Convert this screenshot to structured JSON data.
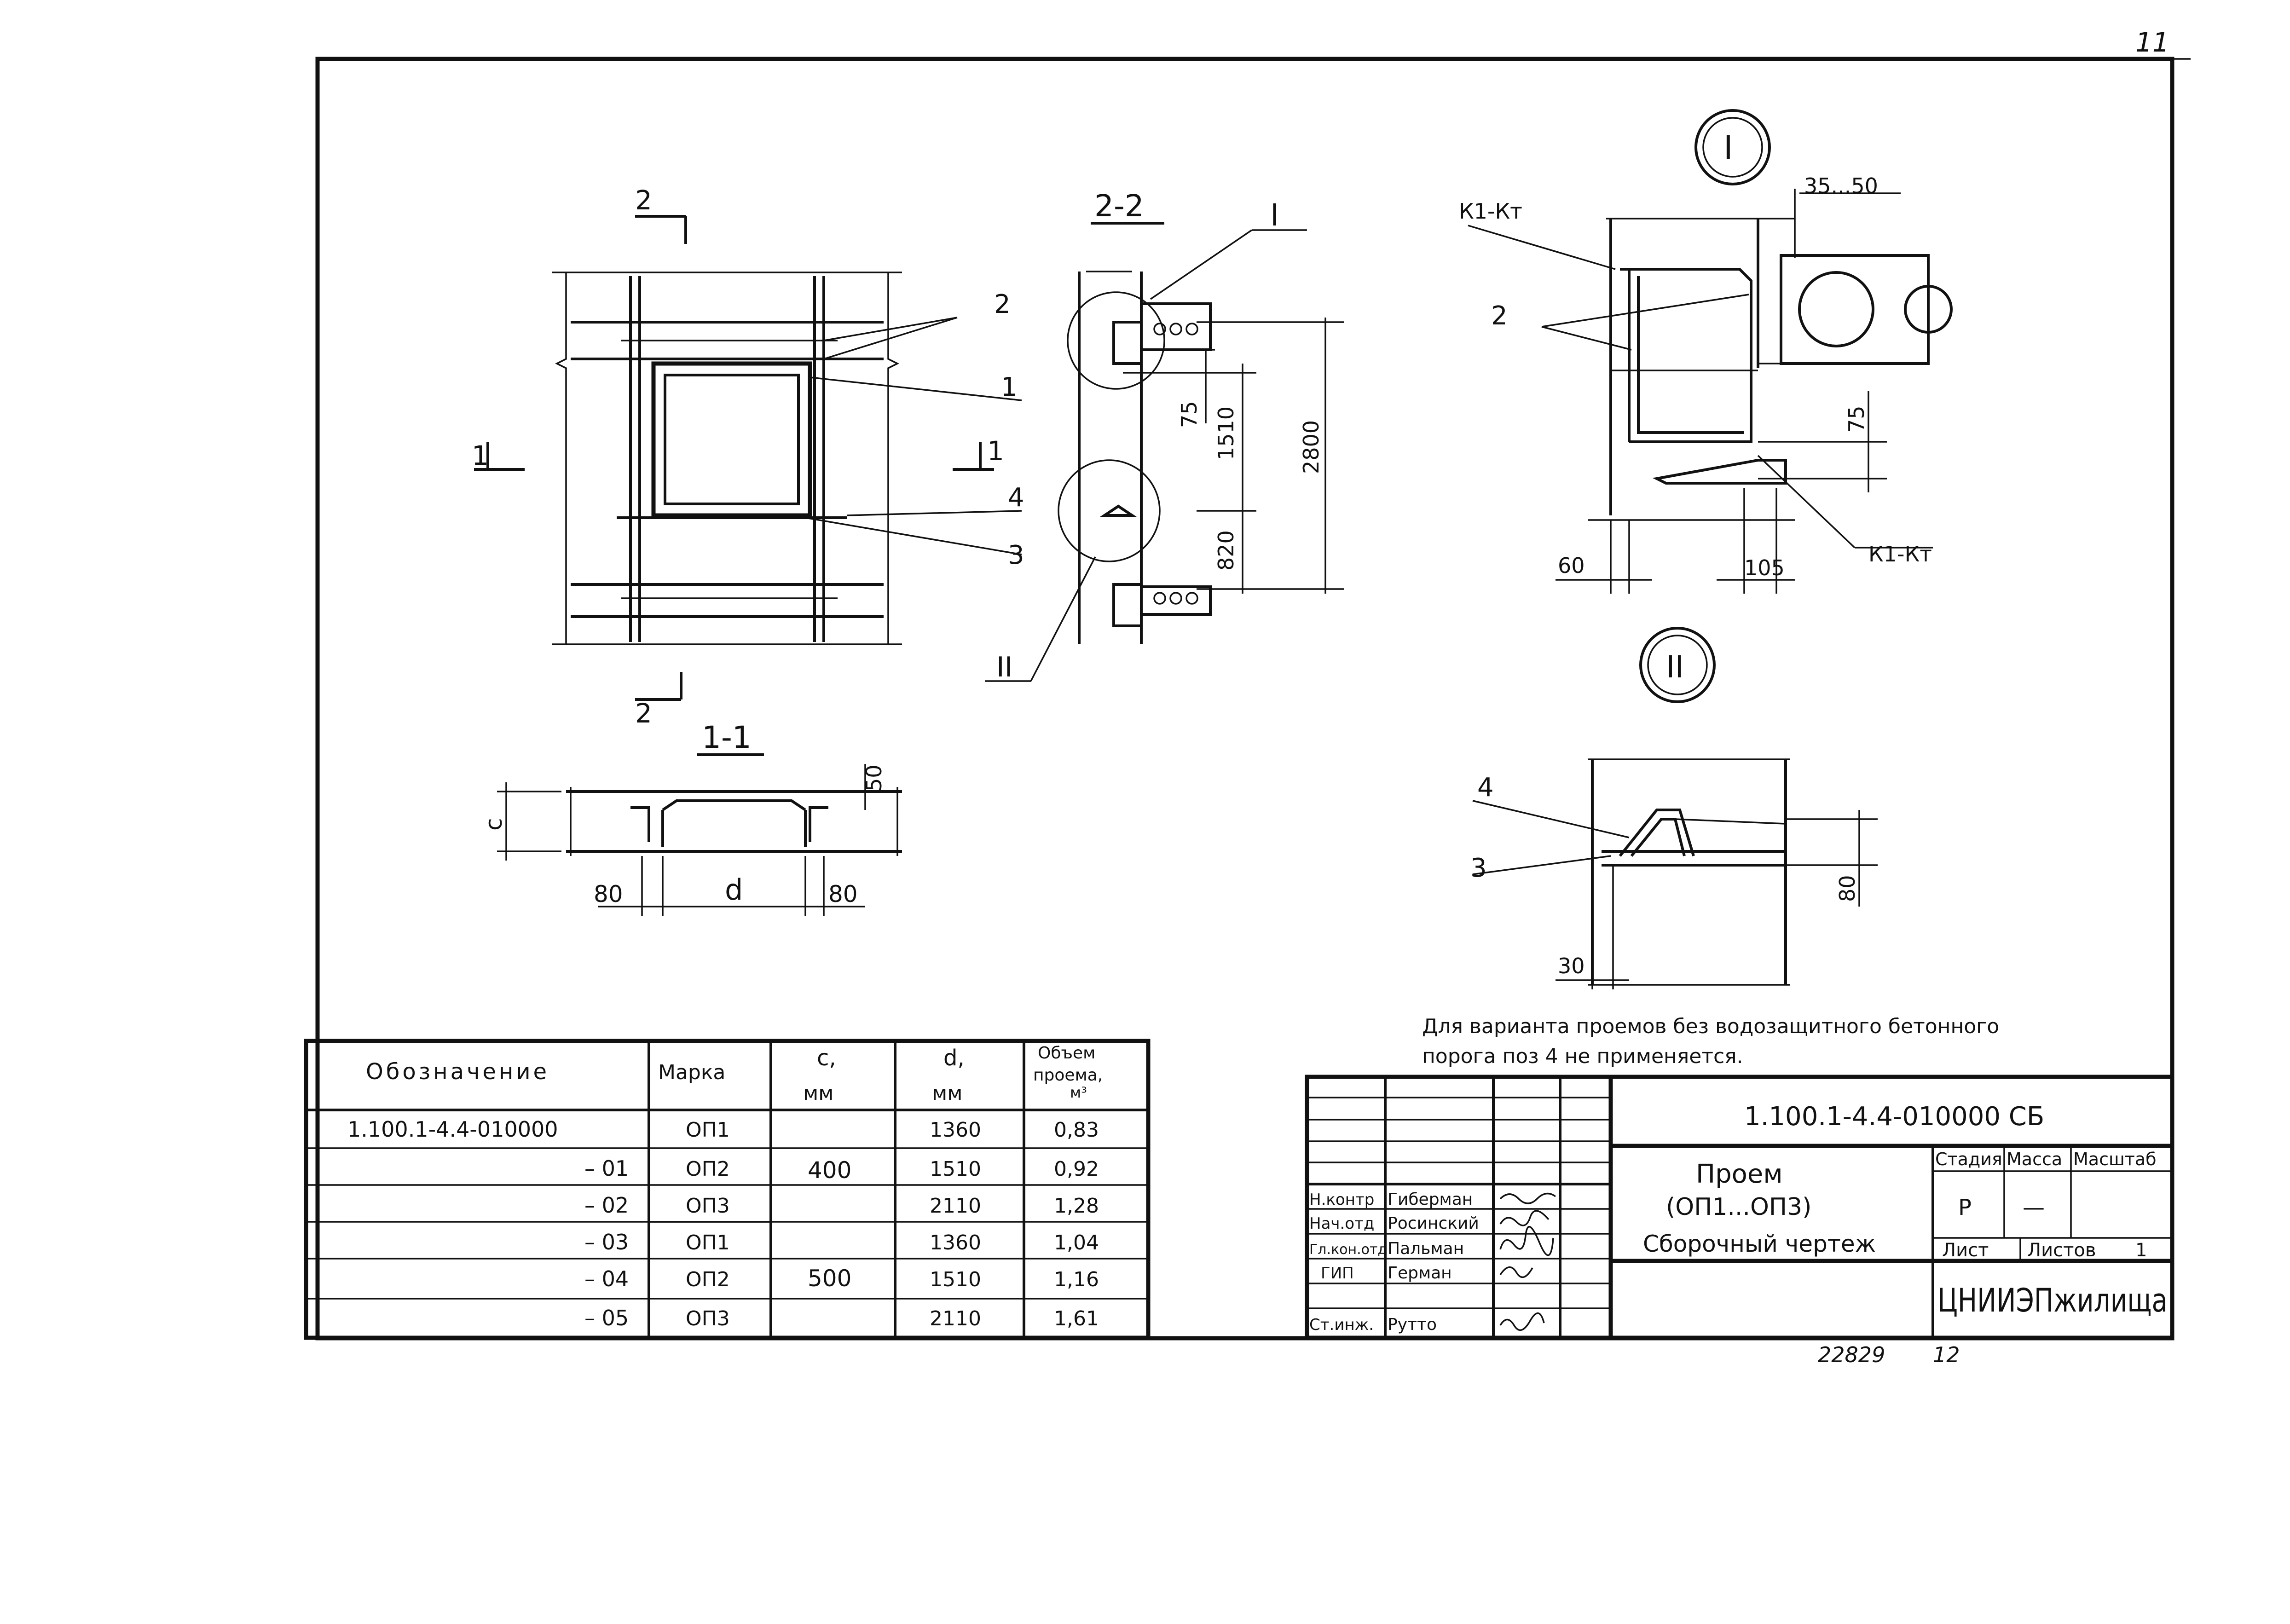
{
  "sheet": {
    "page_number": "11",
    "archive_number": "22829",
    "copy_number": "12"
  },
  "drawing": {
    "section_labels": {
      "cut_2_top": "2",
      "cut_2_bottom": "2",
      "cut_1_left": "1",
      "cut_1_right": "1",
      "section_2_2": "2-2",
      "section_1_1": "1-1",
      "node_I": "I",
      "node_II": "II"
    },
    "callouts": {
      "front_2": "2",
      "front_1": "1",
      "front_4": "4",
      "front_3": "3",
      "detail_I_k1_top": "К1-Кт",
      "detail_I_2": "2",
      "detail_I_k1_bottom": "К1-Кт",
      "detail_II_4": "4",
      "detail_II_3": "3"
    },
    "dimensions": {
      "s22_75": "75",
      "s22_1510": "1510",
      "s22_820": "820",
      "s22_2800": "2800",
      "s11_c": "с",
      "s11_50": "50",
      "s11_80_left": "80",
      "s11_d": "d",
      "s11_80_right": "80",
      "dI_35_50": "35...50",
      "dI_75": "75",
      "dI_60": "60",
      "dI_105": "105",
      "dII_80": "80",
      "dII_30": "30"
    },
    "note": [
      "Для варианта проемов без водозащитного бетонного",
      "порога поз 4 не применяется."
    ]
  },
  "spec_table": {
    "headers": {
      "designation": "Обозначение",
      "mark": "Марка",
      "c_label": "с,",
      "c_unit": "мм",
      "d_label": "d,",
      "d_unit": "мм",
      "volume_1": "Объем",
      "volume_2": "проема,",
      "volume_unit": "м³"
    },
    "rows": [
      {
        "designation": "1.100.1-4.4-010000",
        "mark": "ОП1",
        "d": "1360",
        "volume": "0,83"
      },
      {
        "designation": "– 01",
        "mark": "ОП2",
        "d": "1510",
        "volume": "0,92"
      },
      {
        "designation": "– 02",
        "mark": "ОП3",
        "d": "2110",
        "volume": "1,28"
      },
      {
        "designation": "– 03",
        "mark": "ОП1",
        "d": "1360",
        "volume": "1,04"
      },
      {
        "designation": "– 04",
        "mark": "ОП2",
        "d": "1510",
        "volume": "1,16"
      },
      {
        "designation": "– 05",
        "mark": "ОП3",
        "d": "2110",
        "volume": "1,61"
      }
    ],
    "c_groups": [
      "400",
      "500"
    ]
  },
  "title_block": {
    "code": "1.100.1-4.4-010000 СБ",
    "title_1": "Проем",
    "title_2": "(ОП1...ОП3)",
    "title_3": "Сборочный чертеж",
    "stage_header": "Стадия",
    "mass_header": "Масса",
    "scale_header": "Масштаб",
    "stage_value": "Р",
    "mass_value": "—",
    "sheet_label": "Лист",
    "sheets_label": "Листов",
    "sheets_value": "1",
    "organization": "ЦНИИЭПжилища",
    "signatures": [
      {
        "role": "Н.контр",
        "name": "Гиберман"
      },
      {
        "role": "Нач.отд",
        "name": "Росинский"
      },
      {
        "role": "Гл.кон.отд",
        "name": "Пальман"
      },
      {
        "role": "ГИП",
        "name": "Герман"
      },
      {
        "role": "Ст.инж.",
        "name": "Рутто"
      }
    ]
  }
}
